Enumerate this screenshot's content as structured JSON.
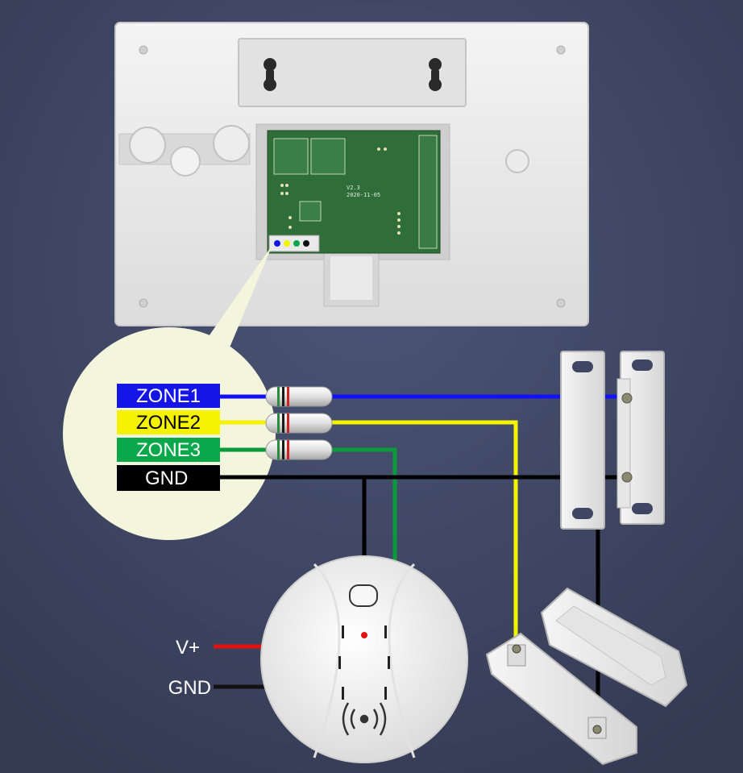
{
  "zones": [
    {
      "label": "ZONE1",
      "bg": "#1515e6",
      "fg": "#ffffff",
      "wire": "#1010ff"
    },
    {
      "label": "ZONE2",
      "bg": "#f5f200",
      "fg": "#000000",
      "wire": "#f5f200"
    },
    {
      "label": "ZONE3",
      "bg": "#0aa84a",
      "fg": "#ffffff",
      "wire": "#0a9a3c"
    },
    {
      "label": "GND",
      "bg": "#000000",
      "fg": "#ffffff",
      "wire": "#000000"
    }
  ],
  "smoke_detector": {
    "vplus_label": "V+",
    "gnd_label": "GND",
    "vplus_color": "#e31010",
    "gnd_color": "#111111"
  },
  "pcb": {
    "version": "V2.3",
    "date": "2020-11-05"
  },
  "colors": {
    "background": "#3f4663",
    "panel": "#ececec",
    "pcb": "#2f6d3a",
    "zoom_bubble": "#f3f6dc"
  },
  "icons": [
    "keyhole-icon",
    "screw-icon",
    "buzzer-icon"
  ]
}
